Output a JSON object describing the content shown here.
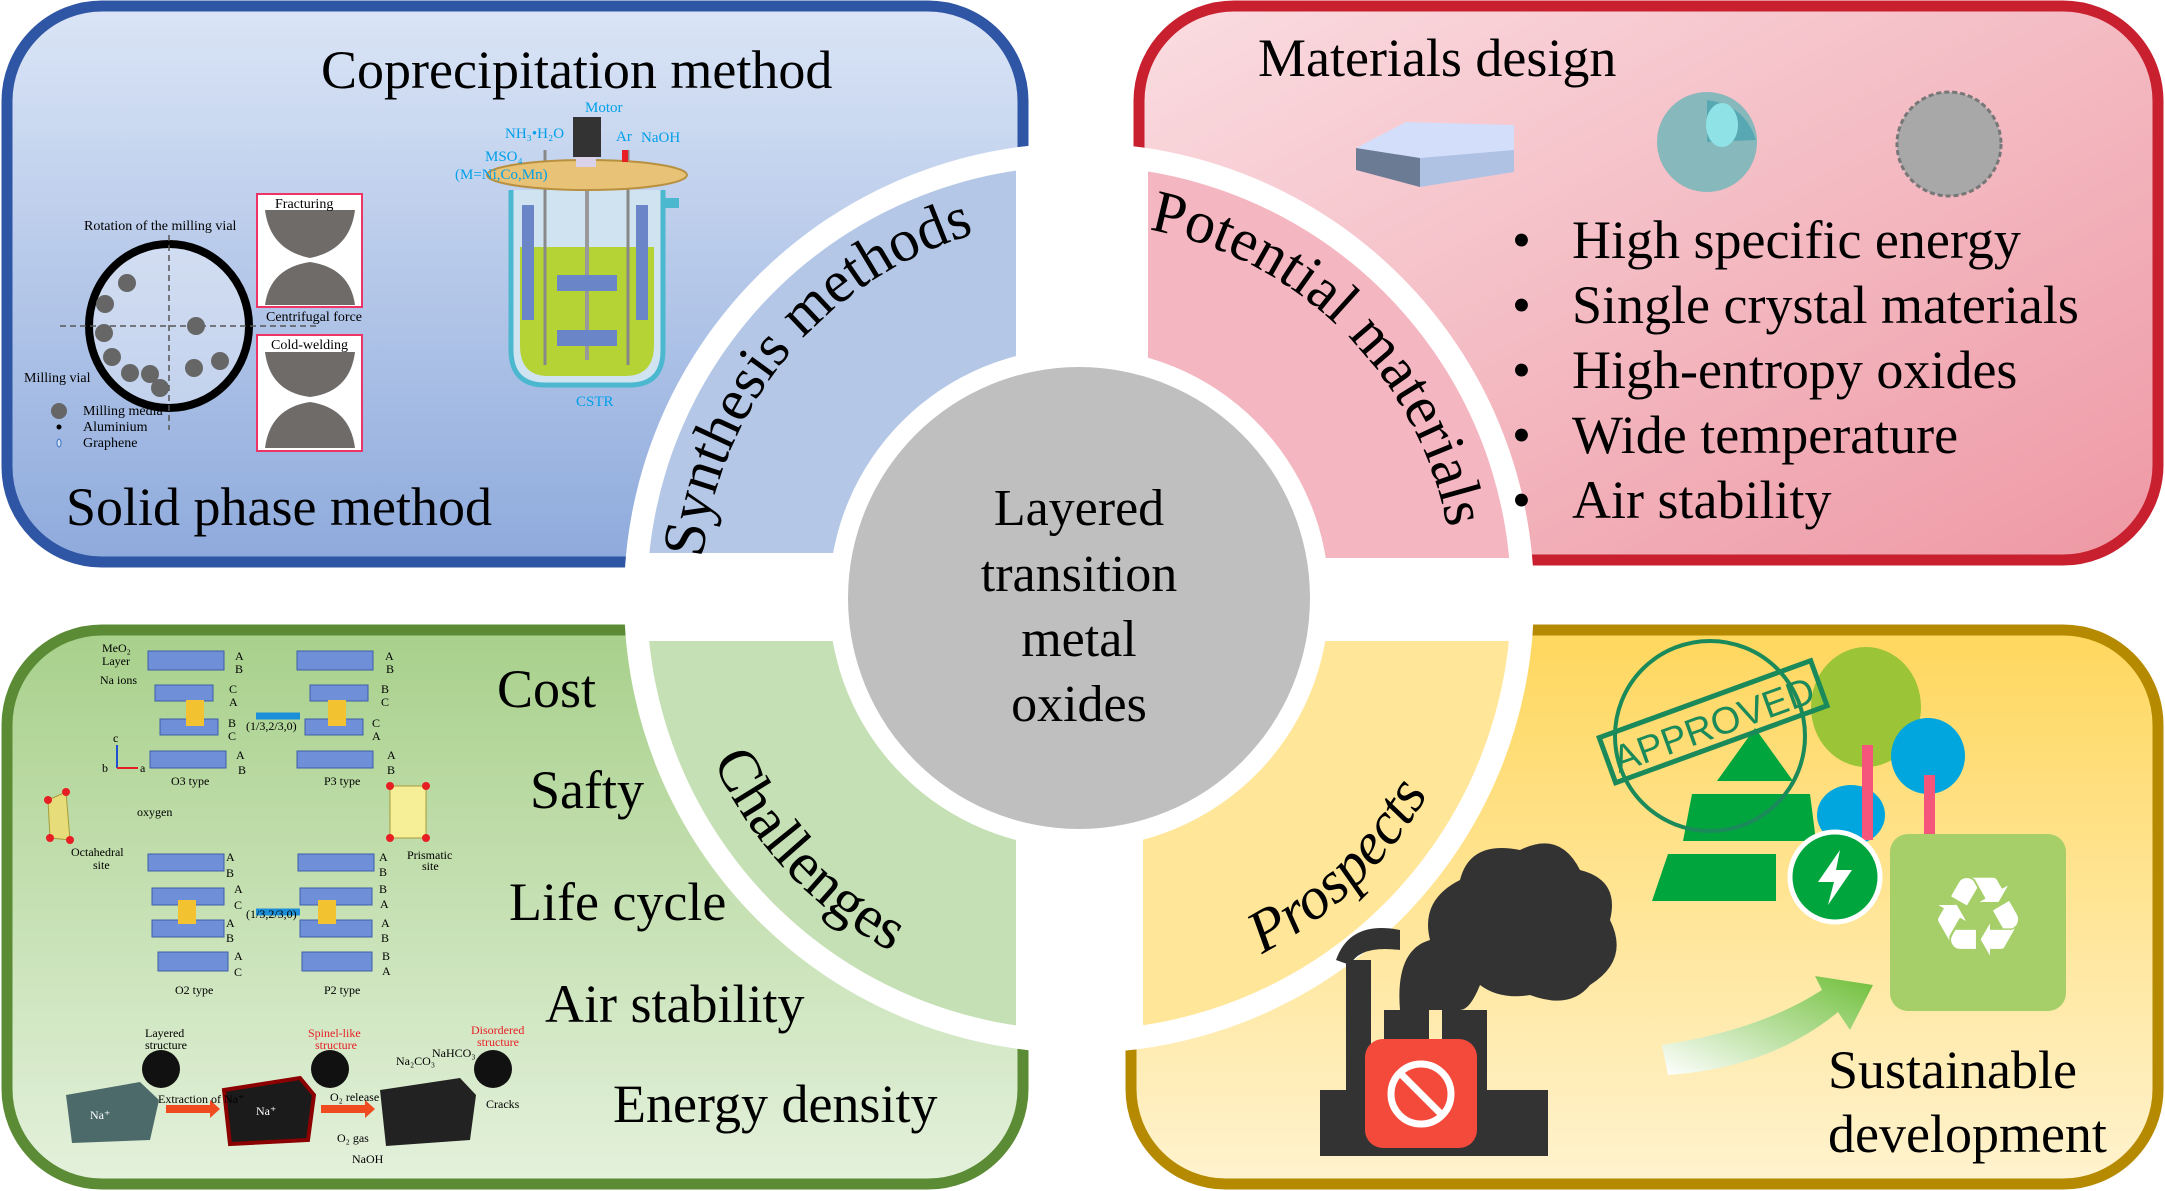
{
  "center": {
    "lines": [
      "Layered",
      "transition",
      "metal",
      "oxides"
    ]
  },
  "colors": {
    "synthesis_border": "#2f55a5",
    "synthesis_band": "#b4c7e7",
    "materials_border": "#c8202f",
    "materials_band": "#f4b6c0",
    "challenges_border": "#5b8c35",
    "challenges_band": "#c5e0b4",
    "prospects_border": "#b68a00",
    "prospects_band": "#ffe699",
    "center": "#bfbfbf"
  },
  "synthesis": {
    "arc_label": "Synthesis methods",
    "coprecipitation_title": "Coprecipitation method",
    "solid_phase_title": "Solid phase method",
    "reactor_labels": {
      "motor": "Motor",
      "ammonia": "NH₃•H₂O",
      "argon": "Ar",
      "naoh": "NaOH",
      "mso4": "MSO₄",
      "metals": "(M=Ni,Co,Mn)",
      "cstr": "CSTR"
    },
    "milling_labels": {
      "rotation": "Rotation of the milling vial",
      "fracturing": "Fracturing",
      "centrifugal": "Centrifugal force",
      "cold_welding": "Cold-welding",
      "milling_vial": "Milling vial",
      "milling_media": "Milling media",
      "aluminium": "Aluminium",
      "graphene": "Graphene"
    }
  },
  "materials": {
    "arc_label": "Potential materials",
    "title": "Materials design",
    "bullets": [
      "High specific energy",
      "Single crystal materials",
      "High-entropy oxides",
      "Wide temperature",
      "Air stability"
    ],
    "bullet_glyph": "•"
  },
  "challenges": {
    "arc_label": "Challenges",
    "items": [
      "Cost",
      "Safty",
      "Life cycle",
      "Air stability",
      "Energy density"
    ],
    "structure_labels": {
      "meo2": "MeO₂",
      "layer": "Layer",
      "na_ions": "Na ions",
      "shift": "(1/3,2/3,0)",
      "o3": "O3 type",
      "p3": "P3 type",
      "o2": "O2 type",
      "p2": "P2 type",
      "oxygen": "oxygen",
      "octahedral": "Octahedral",
      "prismatic": "Prismatic",
      "site": "site",
      "axis_c": "c",
      "axis_b": "b",
      "axis_a": "a"
    },
    "stacking": {
      "o3": [
        "A",
        "B",
        "C",
        "A",
        "B",
        "C",
        "A",
        "B"
      ],
      "p3": [
        "A",
        "B",
        "B",
        "C",
        "C",
        "A",
        "A",
        "B"
      ],
      "o2": [
        "A",
        "B",
        "A",
        "C",
        "A",
        "B",
        "A",
        "C"
      ],
      "p2": [
        "A",
        "B",
        "B",
        "A",
        "A",
        "B",
        "B",
        "A"
      ]
    },
    "degradation_labels": {
      "layered": "Layered",
      "spinel": "Spinel-like",
      "disordered": "Disordered",
      "structure": "structure",
      "extraction": "Extraction of Na⁺",
      "o2_release": "O₂ release",
      "na2co3": "Na₂CO₃",
      "nahco3": "NaHCO₃",
      "cracks": "Cracks",
      "o2_gas": "O₂ gas",
      "naoh": "NaOH",
      "na_plus": "Na⁺"
    }
  },
  "prospects": {
    "arc_label": "Prospects",
    "sustainable": [
      "Sustainable",
      "development"
    ],
    "stamp": "APPROVED"
  }
}
